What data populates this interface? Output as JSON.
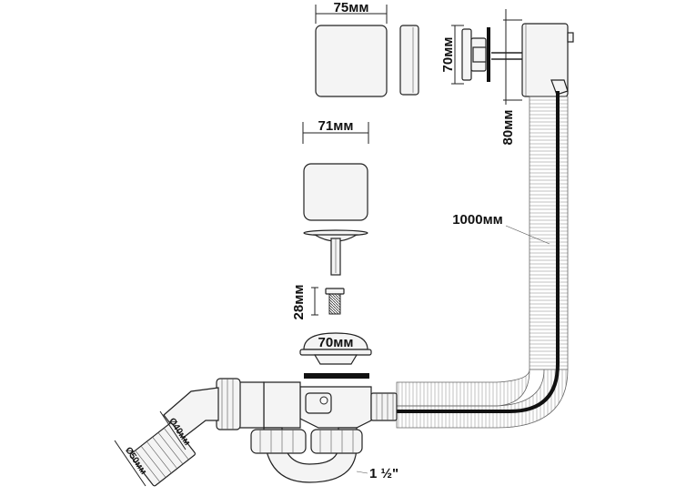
{
  "labels": {
    "overflow_width": "75мм",
    "overflow_height": "70мм",
    "overflow_depth": "80мм",
    "plug_width": "71мм",
    "screw_length": "28мм",
    "flange_width": "70мм",
    "hose_length": "1000мм",
    "outlet_thread": "1 ½\"",
    "diameter_inner": "Ø40мм",
    "diameter_outer": "Ø50мм"
  },
  "colors": {
    "line": "#222222",
    "cable": "#111111",
    "part_fill": "#f4f4f4",
    "background": "#ffffff"
  }
}
